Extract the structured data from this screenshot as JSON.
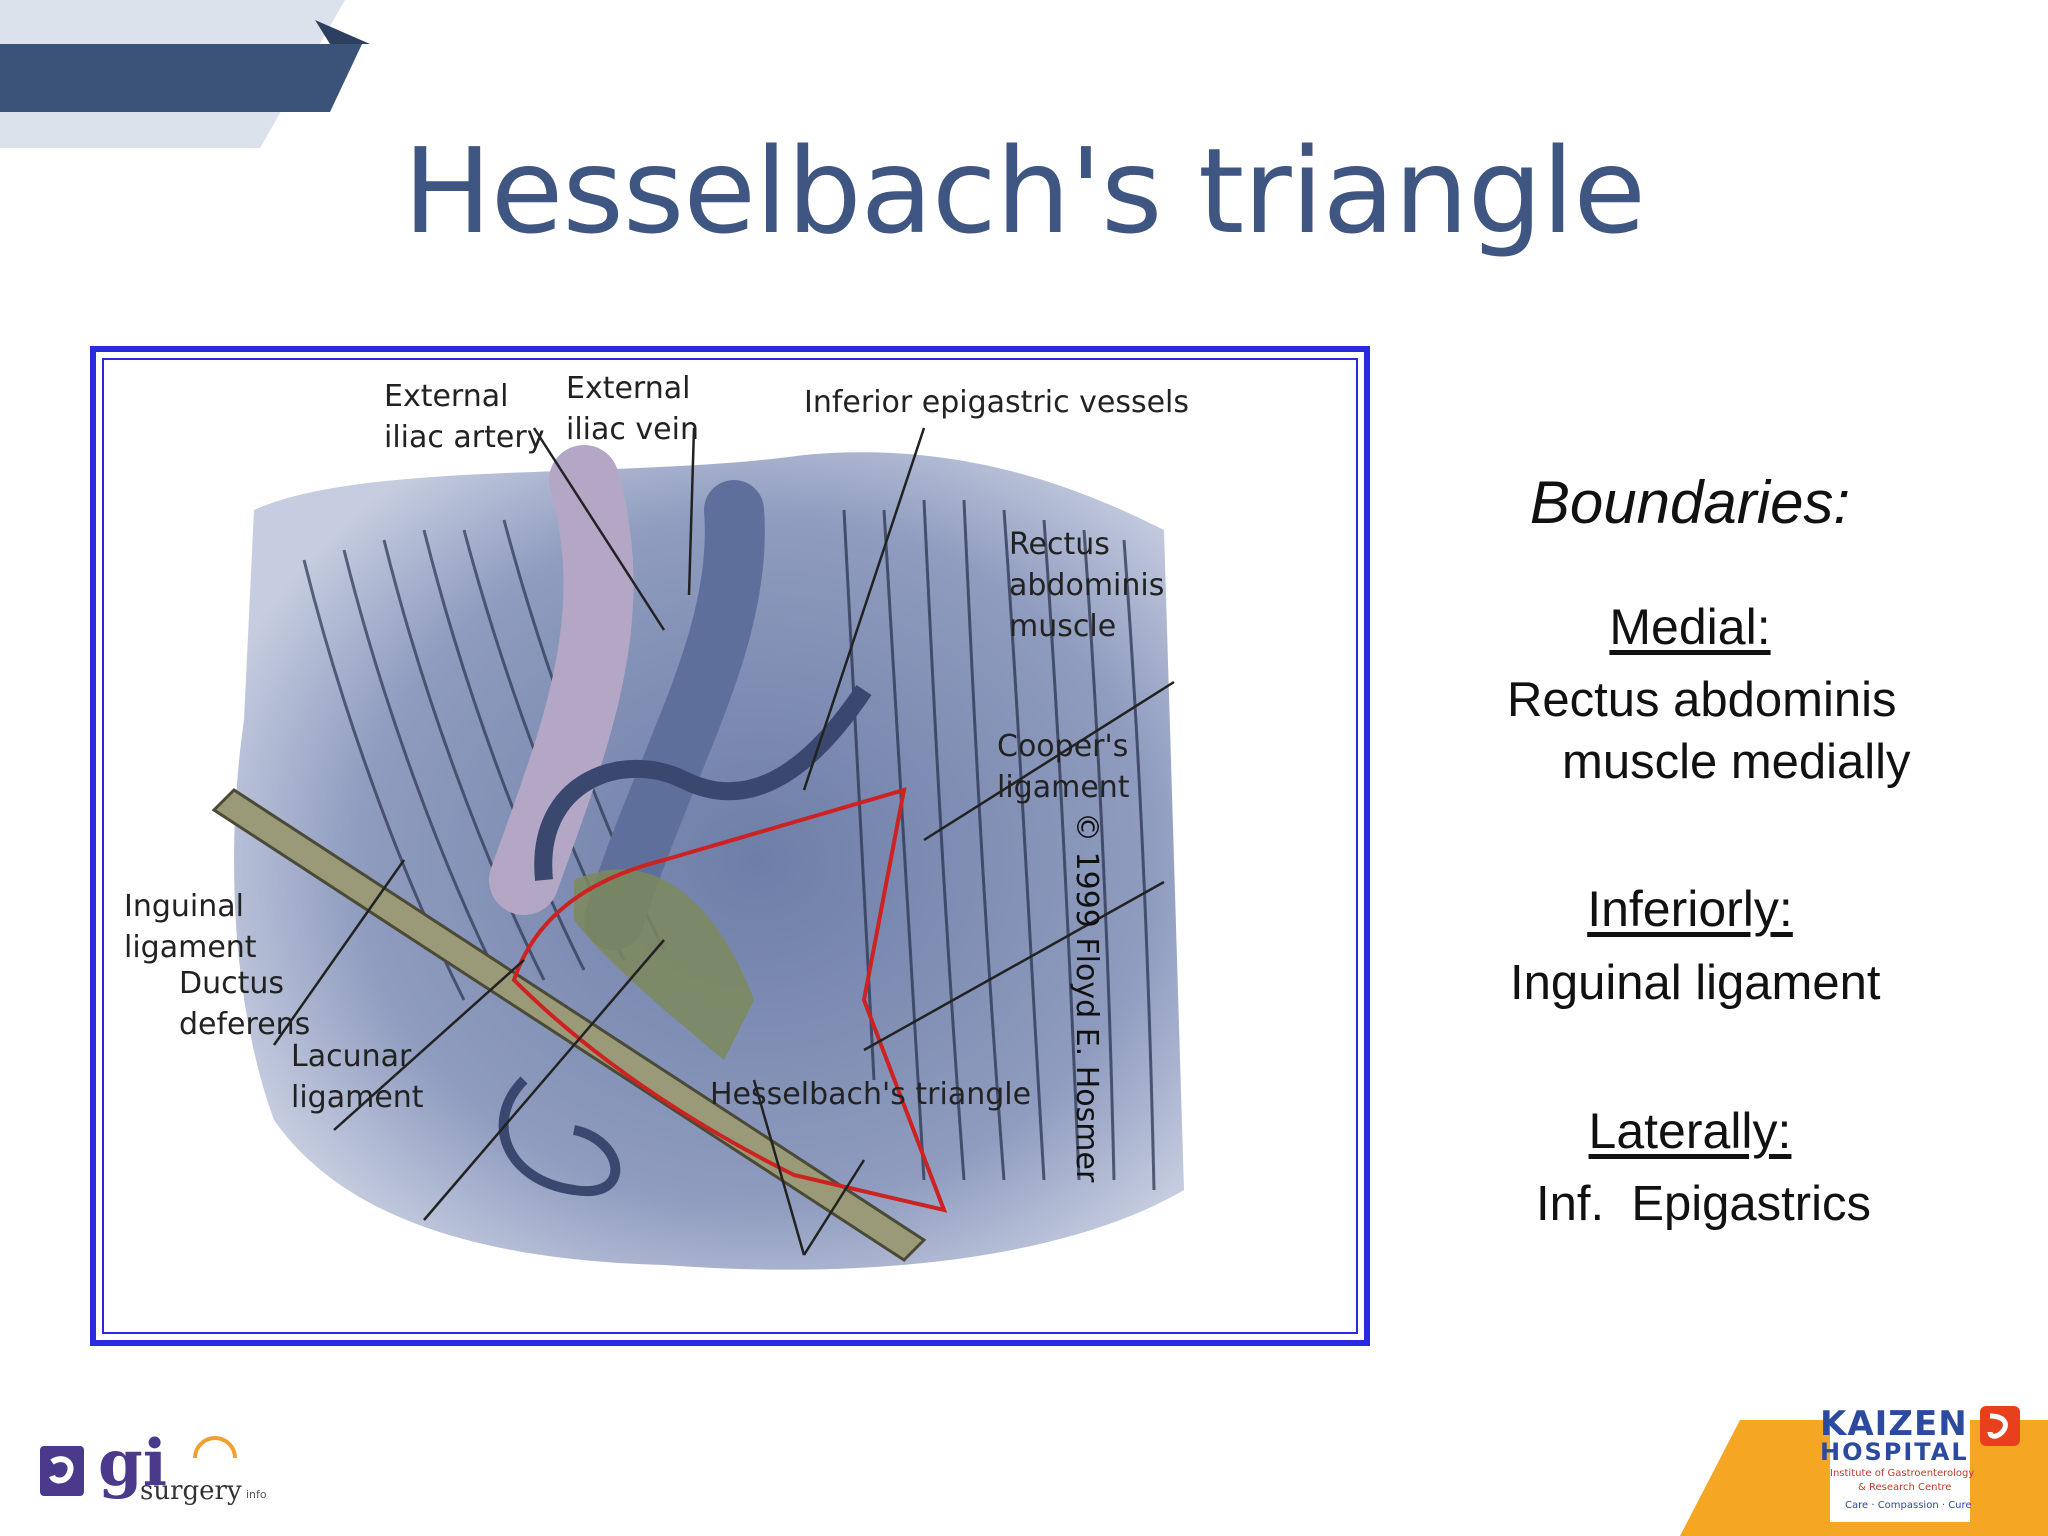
{
  "slide": {
    "title": "Hesselbach's triangle"
  },
  "figure": {
    "labels": {
      "external_iliac_artery": "External\niliac artery",
      "external_iliac_vein": "External\niliac vein",
      "inferior_epigastric_vessels": "Inferior epigastric vessels",
      "rectus_abdominis_muscle": "Rectus\nabdominis\nmuscle",
      "coopers_ligament": "Cooper's\nligament",
      "inguinal_ligament": "Inguinal\nligament",
      "ductus_deferens": "Ductus\ndeferens",
      "lacunar_ligament": "Lacunar\nligament",
      "hesselbachs_triangle": "Hesselbach's triangle"
    },
    "copyright": "© 1999 Floyd E. Hosmer",
    "border_color": "#2a2ae0",
    "triangle_outline_color": "#cc2222"
  },
  "boundaries": {
    "heading": "Boundaries:",
    "medial": {
      "label": "Medial:",
      "line1": "Rectus abdominis",
      "line2": "muscle medially"
    },
    "inferiorly": {
      "label": "Inferiorly:",
      "text": "Inguinal ligament"
    },
    "laterally": {
      "label": "Laterally:",
      "text": "Inf.  Epigastrics"
    }
  },
  "logos": {
    "gi_surgery": {
      "mark": "gi",
      "word": "surgery",
      "suffix": "info"
    },
    "kaizen": {
      "name": "KAIZEN",
      "hospital": "HOSPITAL",
      "institute_line1": "Institute of Gastroenterology",
      "institute_line2": "& Research Centre",
      "tagline": "Care · Compassion · Cure"
    }
  },
  "colors": {
    "title": "#3f5682",
    "banner_dark": "#3b5378",
    "banner_light": "#c9d3e2",
    "kaizen_orange": "#f5a623",
    "kaizen_blue": "#2b4aa0"
  }
}
